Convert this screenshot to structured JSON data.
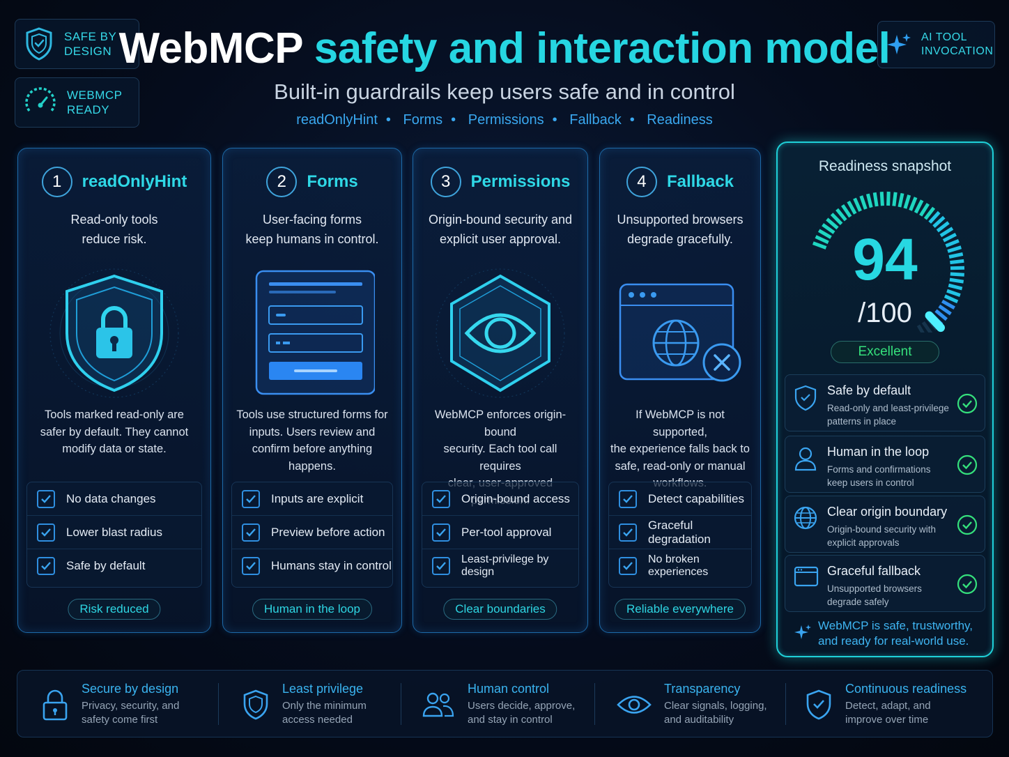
{
  "badges": {
    "safe_by_design": "SAFE BY\nDESIGN",
    "webmcp_ready": "WEBMCP\nREADY",
    "ai_tool_invocation": "AI TOOL\nINVOCATION"
  },
  "header": {
    "title_white": "WebMCP",
    "title_cyan": "safety and interaction model",
    "subtitle": "Built-in guardrails keep users safe and in control",
    "tags": [
      "readOnlyHint",
      "Forms",
      "Permissions",
      "Fallback",
      "Readiness"
    ]
  },
  "cards": [
    {
      "num": "1",
      "title": "readOnlyHint",
      "intro": "Read-only tools\nreduce risk.",
      "body": "Tools marked read-only are\nsafer by default. They cannot\nmodify data or state.",
      "checks": [
        "No data changes",
        "Lower blast radius",
        "Safe by default"
      ],
      "pill": "Risk reduced"
    },
    {
      "num": "2",
      "title": "Forms",
      "intro": "User-facing forms\nkeep humans in control.",
      "body": "Tools use structured forms for\ninputs. Users review and\nconfirm before anything\nhappens.",
      "checks": [
        "Inputs are explicit",
        "Preview before action",
        "Humans stay in control"
      ],
      "pill": "Human in the loop"
    },
    {
      "num": "3",
      "title": "Permissions",
      "intro": "Origin-bound security and\nexplicit user approval.",
      "body": "WebMCP enforces origin-bound\nsecurity. Each tool call requires\nclear, user-approved\npermission.",
      "checks": [
        "Origin-bound access",
        "Per-tool approval",
        "Least-privilege by design"
      ],
      "pill": "Clear boundaries"
    },
    {
      "num": "4",
      "title": "Fallback",
      "intro": "Unsupported browsers\ndegrade gracefully.",
      "body": "If WebMCP is not supported,\nthe experience falls back to\nsafe, read-only or manual\nworkflows.",
      "checks": [
        "Detect capabilities",
        "Graceful degradation",
        "No broken experiences"
      ],
      "pill": "Reliable everywhere"
    }
  ],
  "readiness": {
    "title": "Readiness snapshot",
    "score": "94",
    "score_max": "/100",
    "score_fraction": 0.94,
    "rating": "Excellent",
    "items": [
      {
        "title": "Safe by default",
        "desc": "Read-only and least-privilege\npatterns in place",
        "icon": "shield-check-icon"
      },
      {
        "title": "Human in the loop",
        "desc": "Forms and confirmations\nkeep users in control",
        "icon": "user-icon"
      },
      {
        "title": "Clear origin boundary",
        "desc": "Origin-bound security with\nexplicit approvals",
        "icon": "globe-icon"
      },
      {
        "title": "Graceful fallback",
        "desc": "Unsupported browsers\ndegrade safely",
        "icon": "browser-window-icon"
      }
    ],
    "footer": "WebMCP is safe, trustworthy,\nand ready for real-world use."
  },
  "bottom": [
    {
      "title": "Secure by design",
      "desc": "Privacy, security, and\nsafety come first",
      "icon": "lock-icon"
    },
    {
      "title": "Least privilege",
      "desc": "Only the minimum\naccess needed",
      "icon": "shield-icon"
    },
    {
      "title": "Human control",
      "desc": "Users decide, approve,\nand stay in control",
      "icon": "users-icon"
    },
    {
      "title": "Transparency",
      "desc": "Clear signals, logging,\nand auditability",
      "icon": "eye-icon"
    },
    {
      "title": "Continuous readiness",
      "desc": "Detect, adapt, and\nimprove over time",
      "icon": "shield-check-icon"
    }
  ],
  "colors": {
    "accent_cyan": "#26d6e2",
    "accent_blue": "#2f8fe0",
    "success_green": "#35e07c",
    "background": "#050c1c"
  }
}
